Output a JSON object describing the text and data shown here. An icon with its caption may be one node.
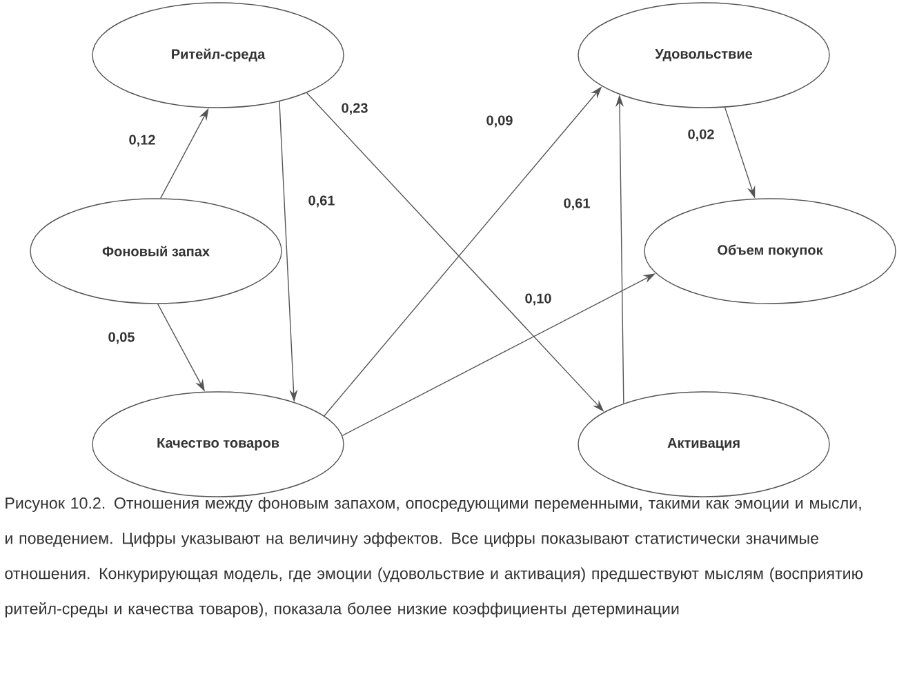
{
  "diagram": {
    "caption": "Рисунок 10.2. Отношения между фоновым запахом, опосредующими переменными, такими как эмоции и мысли, и поведением. Цифры указывают на величину эффектов. Все цифры показывают статистически значимые отношения. Конкурирующая модель, где эмоции (удовольствие и активация) предшествуют мыслям (восприятию ритейл-среды и качества товаров), показала более низкие коэффициенты детерминации",
    "nodes": [
      {
        "text": [
          "Ритейл-среда"
        ]
      },
      {
        "text": [
          "Удовольствие"
        ]
      },
      {
        "text": [
          "Фоновый запах"
        ]
      },
      {
        "text": [
          "Объем покупок"
        ]
      },
      {
        "text": [
          "Качество товаров"
        ]
      },
      {
        "text": [
          "Активация"
        ]
      }
    ],
    "edges": [
      {
        "from": 2,
        "to": 0,
        "arrow": "to",
        "label": "0,12"
      },
      {
        "from": 2,
        "to": 4,
        "arrow": "to",
        "label": "0,05"
      },
      {
        "from": 0,
        "to": 4,
        "arrow": "to",
        "label": "0,61"
      },
      {
        "from": 0,
        "to": 5,
        "arrow": "to",
        "label": "0,23"
      },
      {
        "from": 4,
        "to": 1,
        "arrow": "to",
        "label": "0,09"
      },
      {
        "from": 4,
        "to": 3,
        "arrow": "to",
        "label": "0,10"
      },
      {
        "from": 5,
        "to": 1,
        "arrow": "to",
        "label": "0,61"
      },
      {
        "from": 1,
        "to": 3,
        "arrow": "to",
        "label": "0,02"
      }
    ]
  }
}
